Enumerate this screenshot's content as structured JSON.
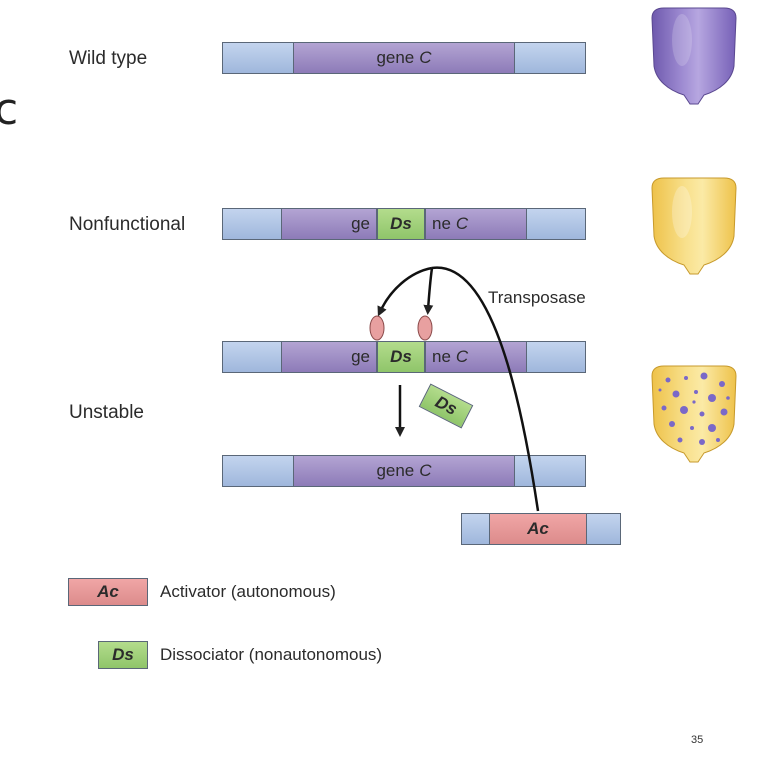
{
  "slide_fragment": "c",
  "rows": {
    "wild_type": "Wild type",
    "nonfunctional": "Nonfunctional",
    "unstable": "Unstable"
  },
  "gene": {
    "name": "gene",
    "letter": "C",
    "part1": "ge",
    "part2": "ne",
    "letter2": "C"
  },
  "elements": {
    "ds": "Ds",
    "ac": "Ac"
  },
  "transposase": "Transposase",
  "legend": {
    "ac": {
      "symbol": "Ac",
      "text": "Activator (autonomous)"
    },
    "ds": {
      "symbol": "Ds",
      "text": "Dissociator (nonautonomous)"
    }
  },
  "kernel_colors": {
    "wild_type": "#8a74c0",
    "nonfunctional": "#f3d463",
    "spots": "#7a68c8"
  },
  "page_number": "35"
}
